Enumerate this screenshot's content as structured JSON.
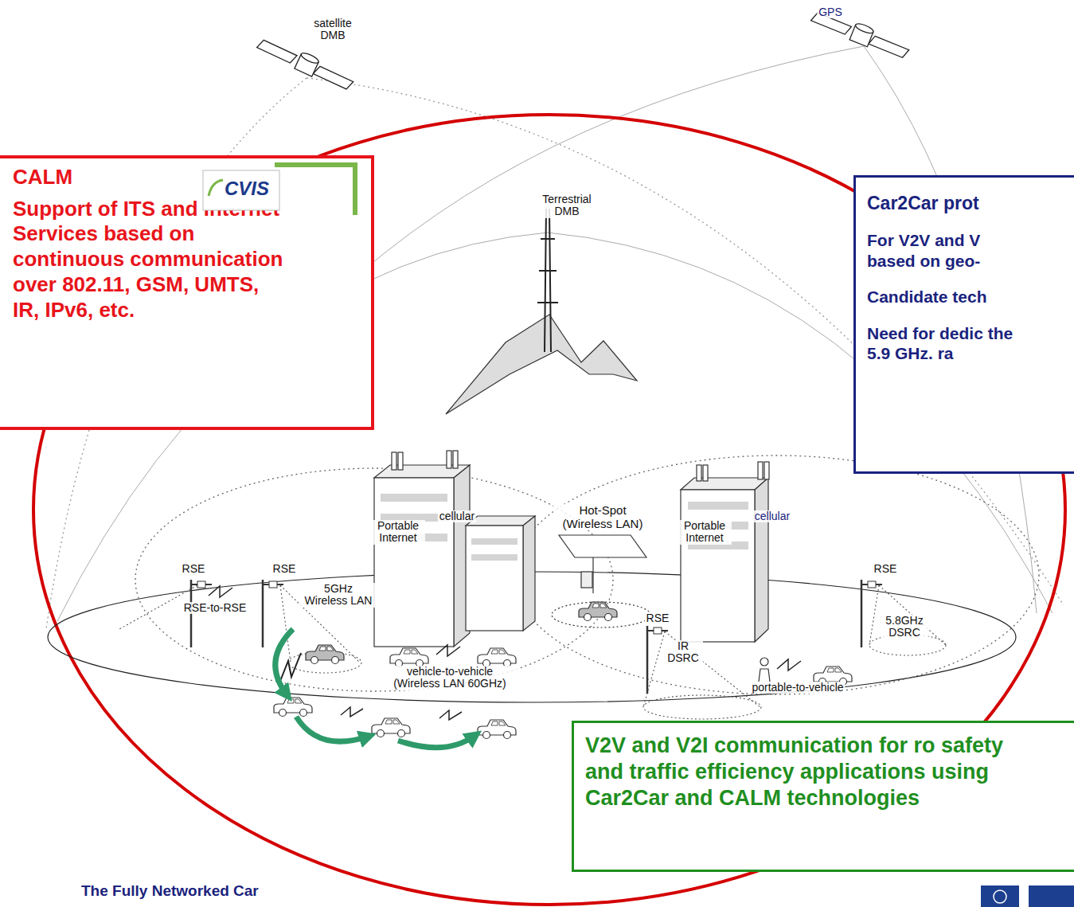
{
  "diagram": {
    "caption": "The Fully Networked Car",
    "nodes": [
      {
        "text": [
          "CALM",
          "Support of ITS and Internet Services based on continuous communication over 802.11, GSM, UMTS, IR, IPv6, etc."
        ]
      },
      {
        "text": [
          "Car2Car prot",
          "For V2V and V based on geo-",
          "Candidate tech",
          "Need for dedic the 5.9 GHz. ra"
        ]
      },
      {
        "text": [
          "V2V and V2I communication for ro safety and traffic efficiency applications using Car2Car and CALM technologies"
        ]
      }
    ],
    "labels": [
      "satellite DMB",
      "GPS",
      "CVIS",
      "Terrestrial DMB",
      "Portable Internet",
      "cellular",
      "Portable Internet",
      "cellular",
      "Hot-Spot (Wireless LAN)",
      "RSE",
      "RSE",
      "RSE-to-RSE",
      "5GHz Wireless LAN",
      "RSE",
      "IR DSRC",
      "RSE",
      "5.8GHz DSRC",
      "vehicle-to-vehicle (Wireless LAN 60GHz)",
      "portable-to-vehicle"
    ]
  }
}
